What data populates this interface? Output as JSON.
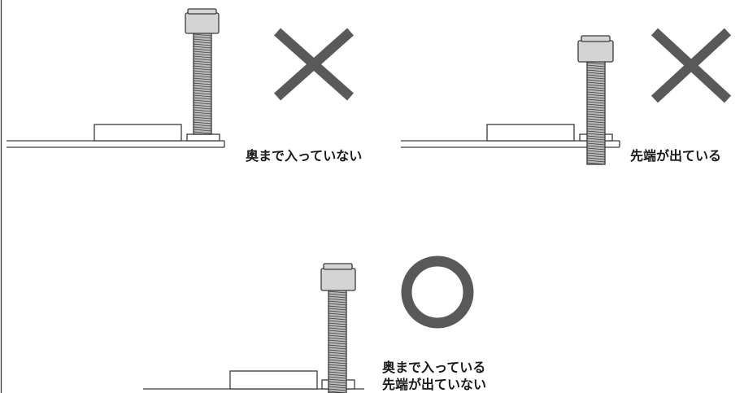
{
  "colors": {
    "stroke": "#3a3a3a",
    "board_fill": "#ffffff",
    "nut_fill": "#d4d4d4",
    "thread_fill": "#b8b8b8",
    "ng_mark": "#595959",
    "ok_mark": "#595959"
  },
  "panels": [
    {
      "id": "not-fully-inserted",
      "verdict": "ng",
      "mark_icon": "cross-icon",
      "caption": "奥まで入っていない"
    },
    {
      "id": "tip-protruding",
      "verdict": "ng",
      "mark_icon": "cross-icon",
      "caption": "先端が出ている"
    },
    {
      "id": "correct",
      "verdict": "ok",
      "mark_icon": "circle-icon",
      "caption_lines": [
        "奥まで入っている",
        "先端が出ていない"
      ]
    }
  ]
}
